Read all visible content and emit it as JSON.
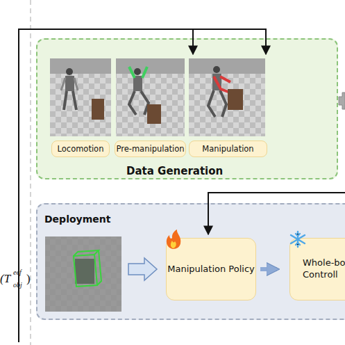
{
  "diagram": {
    "nodes": [
      {
        "text": [
          "Data Generation"
        ]
      },
      {
        "text": [
          "Locomotion"
        ],
        "in": 0
      },
      {
        "text": [
          "Pre-manipulation"
        ],
        "in": 0
      },
      {
        "text": [
          "Manipulation"
        ],
        "in": 0
      },
      {
        "text": [
          "Deployment"
        ]
      },
      {
        "text": [
          "Manipulation Policy"
        ],
        "in": 4
      },
      {
        "text": [
          "Whole-bo Controll"
        ],
        "in": 4
      }
    ],
    "edges": [
      {
        "from": 5,
        "to": 6,
        "arrow": "to"
      }
    ],
    "labels": [
      "(T",
      "eef",
      "obj",
      ")"
    ]
  }
}
